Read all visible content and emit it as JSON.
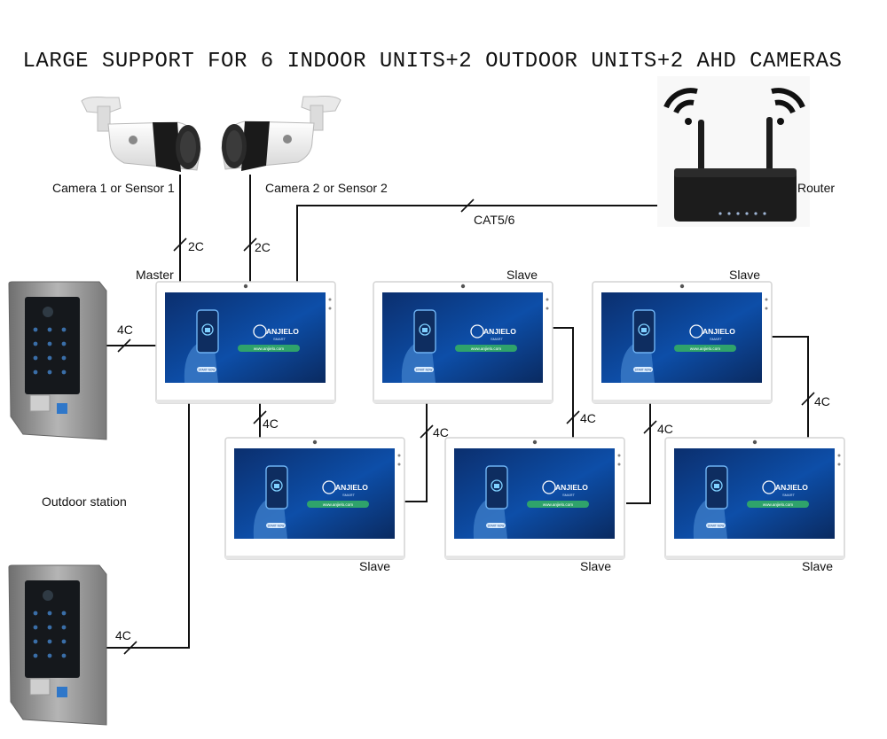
{
  "title": "LARGE SUPPORT FOR 6 INDOOR UNITS+2 OUTDOOR UNITS+2 AHD CAMERAS",
  "labels": {
    "camera1": "Camera 1 or Sensor 1",
    "camera2": "Camera 2 or Sensor 2",
    "router": "Router",
    "master": "Master",
    "slave": "Slave",
    "outdoor_station": "Outdoor station"
  },
  "wires": {
    "cat": "CAT5/6",
    "two_core": "2C",
    "four_core": "4C"
  },
  "screen": {
    "brand": "ANJIELO",
    "brand_sub": "SMART",
    "url": "www.anjielo.com",
    "button": "START NOW"
  },
  "colors": {
    "screen_bg": "#0a3f8c",
    "screen_glow": "#2a8fe0",
    "housing": "#8e8e8e",
    "panel": "#1a1d22",
    "router": "#1c1c1c"
  }
}
